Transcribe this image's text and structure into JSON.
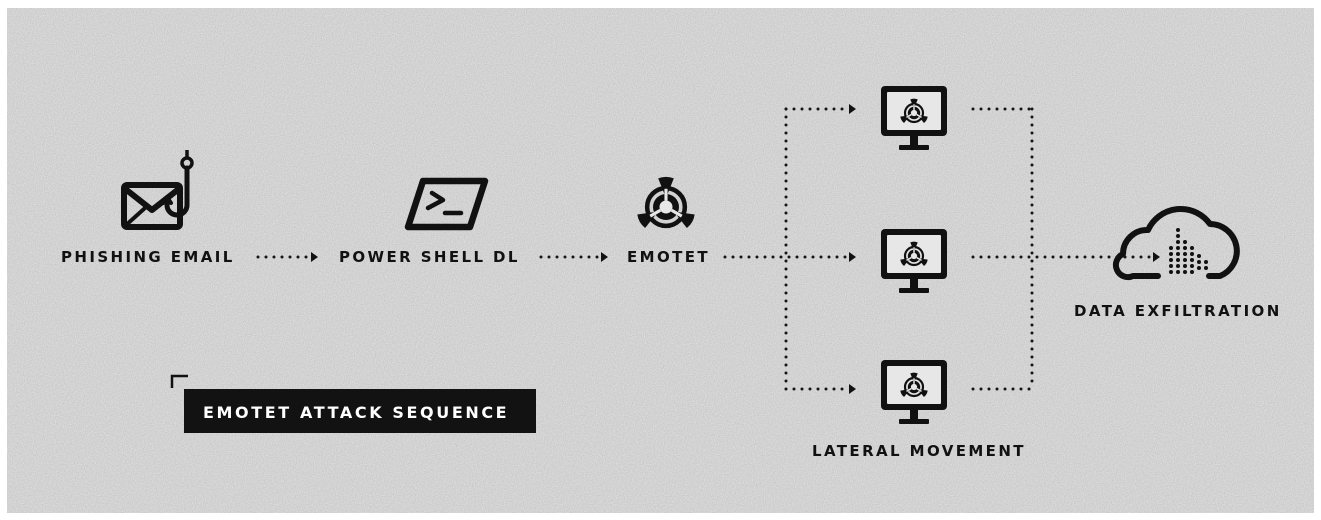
{
  "diagram": {
    "title": "EMOTET ATTACK SEQUENCE",
    "nodes": {
      "phishing_email": "PHISHING EMAIL",
      "powershell_dl": "POWER SHELL DL",
      "emotet": "EMOTET",
      "lateral_movement": "LATERAL MOVEMENT",
      "data_exfiltration": "DATA EXFILTRATION"
    },
    "icons": {
      "phishing_email": "envelope-hook-icon",
      "powershell_dl": "terminal-icon",
      "emotet": "biohazard-icon",
      "lateral_movement": "infected-monitor-icon",
      "data_exfiltration": "cloud-upload-icon"
    },
    "flow": [
      "PHISHING EMAIL",
      "POWER SHELL DL",
      "EMOTET",
      "LATERAL MOVEMENT",
      "DATA EXFILTRATION"
    ],
    "colors": {
      "ink": "#111111",
      "background": "#e7e7e7",
      "title_bg": "#121212",
      "title_text": "#ffffff"
    }
  }
}
